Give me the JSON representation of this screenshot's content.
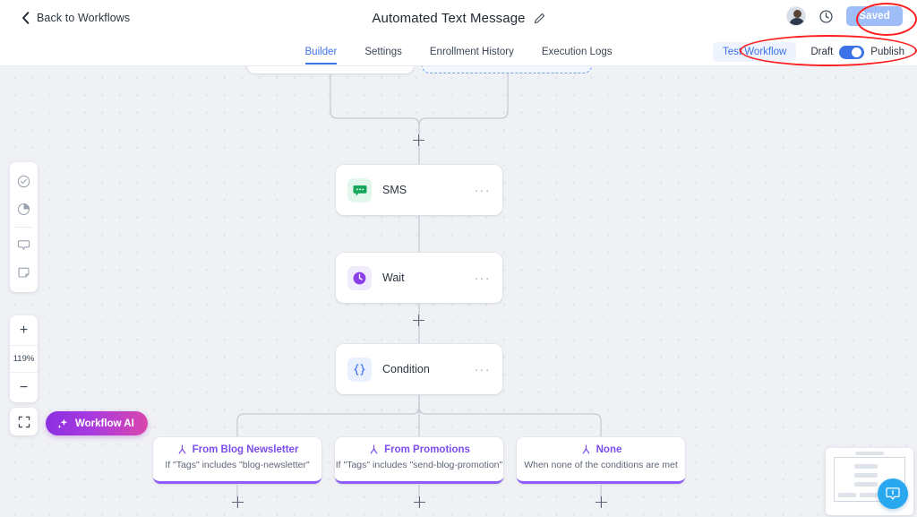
{
  "header": {
    "back_label": "Back to Workflows",
    "back_icon": "chevron-left-icon",
    "title": "Automated Text Message",
    "edit_icon": "pencil-icon",
    "avatar": "user-avatar",
    "history_icon": "clock-history-icon",
    "saved_label": "Saved",
    "saved_color": "#9fbdf7"
  },
  "nav": {
    "tabs": [
      {
        "label": "Builder",
        "active": true
      },
      {
        "label": "Settings",
        "active": false
      },
      {
        "label": "Enrollment History",
        "active": false
      },
      {
        "label": "Execution Logs",
        "active": false
      }
    ],
    "test_workflow_label": "Test Workflow",
    "toggle_left_label": "Draft",
    "toggle_right_label": "Publish",
    "toggle_state": "publish",
    "accent_color": "#3b72e8"
  },
  "canvas": {
    "background_color": "#eff1f5",
    "dot_color": "#e0e3e9",
    "nodes": [
      {
        "label": "SMS",
        "icon": "sms-chat-icon",
        "icon_bg": "#e3f7ec",
        "icon_color": "#17a75b",
        "menu": "···"
      },
      {
        "label": "Wait",
        "icon": "clock-icon",
        "icon_bg": "#f0ecfd",
        "icon_color": "#8b3fe8",
        "menu": "···"
      },
      {
        "label": "Condition",
        "icon": "braces-icon",
        "icon_bg": "#eaf0fd",
        "icon_color": "#3b72e8",
        "menu": "···"
      }
    ],
    "branches": [
      {
        "title": "From Blog Newsletter",
        "desc": "If \"Tags\" includes \"blog-newsletter\"",
        "icon": "branch-icon"
      },
      {
        "title": "From Promotions",
        "desc": "If \"Tags\" includes \"send-blog-promotion\"",
        "icon": "branch-icon"
      },
      {
        "title": "None",
        "desc": "When none of the conditions are met",
        "icon": "branch-icon"
      }
    ],
    "branch_color": "#8b5cf6",
    "add_node_icon": "plus-icon"
  },
  "left_toolbar": {
    "items": [
      {
        "icon": "check-circle-icon"
      },
      {
        "icon": "pie-chart-icon"
      },
      {
        "icon": "comment-icon"
      },
      {
        "icon": "note-icon"
      }
    ]
  },
  "zoom_controls": {
    "zoom_in_label": "+",
    "zoom_level": "119%",
    "zoom_out_label": "−",
    "fit_icon": "fit-screen-icon"
  },
  "ai_button": {
    "label": "Workflow AI",
    "icon": "sparkle-icon"
  },
  "minimap": {
    "name": "canvas-minimap",
    "support_icon": "support-chat-icon",
    "support_color": "#29a8f0"
  },
  "annotations": [
    {
      "name": "annotation-saved",
      "shape": "ellipse",
      "color": "#ff1f1f"
    },
    {
      "name": "annotation-actions",
      "shape": "ellipse",
      "color": "#ff1f1f"
    }
  ]
}
